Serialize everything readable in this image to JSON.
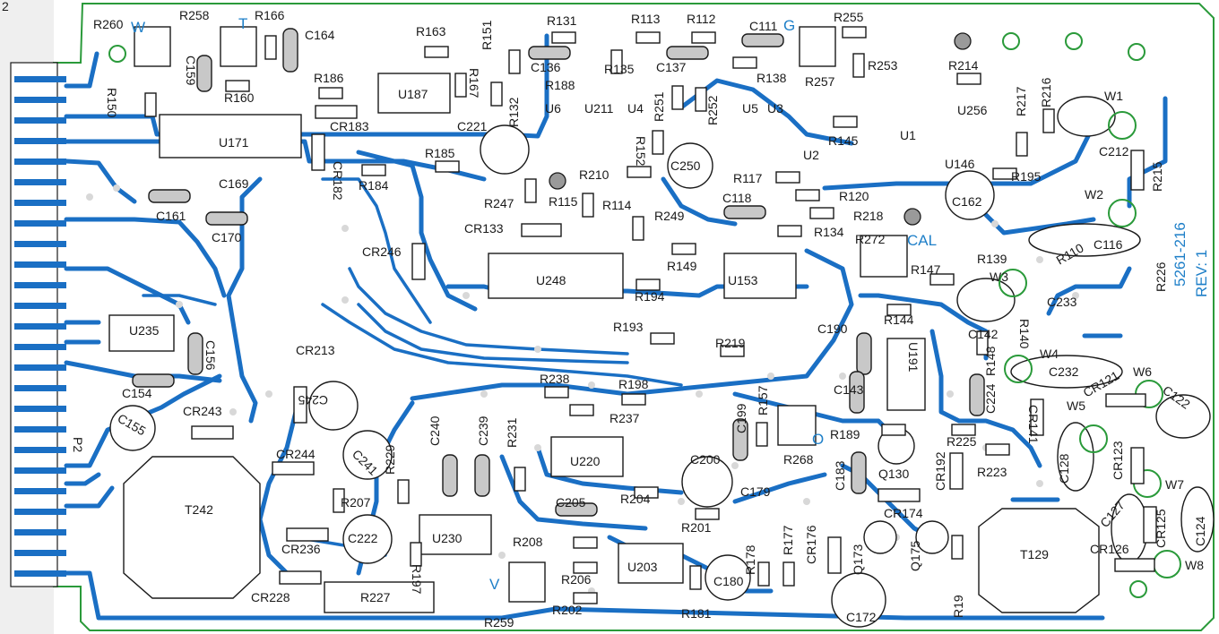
{
  "board": {
    "corner_label": "2",
    "connector_label": "P2",
    "part_number": "5261-216",
    "revision": "REV: 1",
    "test_points": {
      "w": "W",
      "t": "T",
      "g": "G",
      "cal": "CAL",
      "o": "O",
      "v": "V"
    }
  },
  "components": [
    {
      "ref": "R260",
      "kind": "label"
    },
    {
      "ref": "R258",
      "kind": "label"
    },
    {
      "ref": "R166",
      "kind": "label"
    },
    {
      "ref": "C164",
      "kind": "label"
    },
    {
      "ref": "R163",
      "kind": "label"
    },
    {
      "ref": "R151",
      "kind": "label"
    },
    {
      "ref": "R131",
      "kind": "label"
    },
    {
      "ref": "R113",
      "kind": "label"
    },
    {
      "ref": "R112",
      "kind": "label"
    },
    {
      "ref": "C111",
      "kind": "label"
    },
    {
      "ref": "R255",
      "kind": "label"
    },
    {
      "ref": "R253",
      "kind": "label"
    },
    {
      "ref": "R214",
      "kind": "label"
    },
    {
      "ref": "R216",
      "kind": "label"
    },
    {
      "ref": "R217",
      "kind": "label"
    },
    {
      "ref": "W1",
      "kind": "label"
    },
    {
      "ref": "C159",
      "kind": "label"
    },
    {
      "ref": "R160",
      "kind": "label"
    },
    {
      "ref": "R186",
      "kind": "label"
    },
    {
      "ref": "U187",
      "kind": "label"
    },
    {
      "ref": "R167",
      "kind": "label"
    },
    {
      "ref": "R132",
      "kind": "label"
    },
    {
      "ref": "C136",
      "kind": "label"
    },
    {
      "ref": "R135",
      "kind": "label"
    },
    {
      "ref": "R188",
      "kind": "label"
    },
    {
      "ref": "C137",
      "kind": "label"
    },
    {
      "ref": "R138",
      "kind": "label"
    },
    {
      "ref": "R257",
      "kind": "label"
    },
    {
      "ref": "R150",
      "kind": "label"
    },
    {
      "ref": "U171",
      "kind": "label"
    },
    {
      "ref": "CR183",
      "kind": "label"
    },
    {
      "ref": "CR182",
      "kind": "label"
    },
    {
      "ref": "C221",
      "kind": "label"
    },
    {
      "ref": "U6",
      "kind": "label"
    },
    {
      "ref": "U211",
      "kind": "label"
    },
    {
      "ref": "U4",
      "kind": "label"
    },
    {
      "ref": "R251",
      "kind": "label"
    },
    {
      "ref": "R252",
      "kind": "label"
    },
    {
      "ref": "U5",
      "kind": "label"
    },
    {
      "ref": "U3",
      "kind": "label"
    },
    {
      "ref": "U2",
      "kind": "label"
    },
    {
      "ref": "R145",
      "kind": "label"
    },
    {
      "ref": "U1",
      "kind": "label"
    },
    {
      "ref": "U256",
      "kind": "label"
    },
    {
      "ref": "U146",
      "kind": "label"
    },
    {
      "ref": "C212",
      "kind": "label"
    },
    {
      "ref": "R215",
      "kind": "label"
    },
    {
      "ref": "R185",
      "kind": "label"
    },
    {
      "ref": "R184",
      "kind": "label"
    },
    {
      "ref": "R152",
      "kind": "label"
    },
    {
      "ref": "C250",
      "kind": "label"
    },
    {
      "ref": "R117",
      "kind": "label"
    },
    {
      "ref": "R195",
      "kind": "label"
    },
    {
      "ref": "C169",
      "kind": "label"
    },
    {
      "ref": "R210",
      "kind": "label"
    },
    {
      "ref": "R247",
      "kind": "label"
    },
    {
      "ref": "R115",
      "kind": "label"
    },
    {
      "ref": "R114",
      "kind": "label"
    },
    {
      "ref": "C118",
      "kind": "label"
    },
    {
      "ref": "R120",
      "kind": "label"
    },
    {
      "ref": "C162",
      "kind": "label"
    },
    {
      "ref": "W2",
      "kind": "label"
    },
    {
      "ref": "C161",
      "kind": "label"
    },
    {
      "ref": "C170",
      "kind": "label"
    },
    {
      "ref": "CR133",
      "kind": "label"
    },
    {
      "ref": "R249",
      "kind": "label"
    },
    {
      "ref": "R218",
      "kind": "label"
    },
    {
      "ref": "R134",
      "kind": "label"
    },
    {
      "ref": "R272",
      "kind": "label"
    },
    {
      "ref": "R110",
      "kind": "label"
    },
    {
      "ref": "C116",
      "kind": "label"
    },
    {
      "ref": "R226",
      "kind": "label"
    },
    {
      "ref": "CR246",
      "kind": "label"
    },
    {
      "ref": "U248",
      "kind": "label"
    },
    {
      "ref": "R149",
      "kind": "label"
    },
    {
      "ref": "R139",
      "kind": "label"
    },
    {
      "ref": "R147",
      "kind": "label"
    },
    {
      "ref": "W3",
      "kind": "label"
    },
    {
      "ref": "U153",
      "kind": "label"
    },
    {
      "ref": "R194",
      "kind": "label"
    },
    {
      "ref": "R144",
      "kind": "label"
    },
    {
      "ref": "C142",
      "kind": "label"
    },
    {
      "ref": "C233",
      "kind": "label"
    },
    {
      "ref": "U235",
      "kind": "label"
    },
    {
      "ref": "C156",
      "kind": "label"
    },
    {
      "ref": "R193",
      "kind": "label"
    },
    {
      "ref": "R219",
      "kind": "label"
    },
    {
      "ref": "C190",
      "kind": "label"
    },
    {
      "ref": "R140",
      "kind": "label"
    },
    {
      "ref": "U191",
      "kind": "label"
    },
    {
      "ref": "R148",
      "kind": "label"
    },
    {
      "ref": "W4",
      "kind": "label"
    },
    {
      "ref": "C232",
      "kind": "label"
    },
    {
      "ref": "W6",
      "kind": "label"
    },
    {
      "ref": "CR213",
      "kind": "label"
    },
    {
      "ref": "R238",
      "kind": "label"
    },
    {
      "ref": "R198",
      "kind": "label"
    },
    {
      "ref": "C199",
      "kind": "label"
    },
    {
      "ref": "R157",
      "kind": "label"
    },
    {
      "ref": "C143",
      "kind": "label"
    },
    {
      "ref": "C224",
      "kind": "label"
    },
    {
      "ref": "CR141",
      "kind": "label"
    },
    {
      "ref": "CR121",
      "kind": "label"
    },
    {
      "ref": "C122",
      "kind": "label"
    },
    {
      "ref": "C154",
      "kind": "label"
    },
    {
      "ref": "CR243",
      "kind": "label"
    },
    {
      "ref": "C245",
      "kind": "label"
    },
    {
      "ref": "R237",
      "kind": "label"
    },
    {
      "ref": "C240",
      "kind": "label"
    },
    {
      "ref": "C239",
      "kind": "label"
    },
    {
      "ref": "R231",
      "kind": "label"
    },
    {
      "ref": "W5",
      "kind": "label"
    },
    {
      "ref": "C155",
      "kind": "label"
    },
    {
      "ref": "R189",
      "kind": "label"
    },
    {
      "ref": "R225",
      "kind": "label"
    },
    {
      "ref": "CR244",
      "kind": "label"
    },
    {
      "ref": "C241",
      "kind": "label"
    },
    {
      "ref": "R229",
      "kind": "label"
    },
    {
      "ref": "U220",
      "kind": "label"
    },
    {
      "ref": "C200",
      "kind": "label"
    },
    {
      "ref": "R268",
      "kind": "label"
    },
    {
      "ref": "C183",
      "kind": "label"
    },
    {
      "ref": "Q130",
      "kind": "label"
    },
    {
      "ref": "CR192",
      "kind": "label"
    },
    {
      "ref": "R223",
      "kind": "label"
    },
    {
      "ref": "C128",
      "kind": "label"
    },
    {
      "ref": "CR123",
      "kind": "label"
    },
    {
      "ref": "W7",
      "kind": "label"
    },
    {
      "ref": "T242",
      "kind": "label"
    },
    {
      "ref": "R207",
      "kind": "label"
    },
    {
      "ref": "C205",
      "kind": "label"
    },
    {
      "ref": "R204",
      "kind": "label"
    },
    {
      "ref": "C179",
      "kind": "label"
    },
    {
      "ref": "CR174",
      "kind": "label"
    },
    {
      "ref": "C127",
      "kind": "label"
    },
    {
      "ref": "CR125",
      "kind": "label"
    },
    {
      "ref": "C124",
      "kind": "label"
    },
    {
      "ref": "R201",
      "kind": "label"
    },
    {
      "ref": "CR236",
      "kind": "label"
    },
    {
      "ref": "C222",
      "kind": "label"
    },
    {
      "ref": "U230",
      "kind": "label"
    },
    {
      "ref": "R208",
      "kind": "label"
    },
    {
      "ref": "R178",
      "kind": "label"
    },
    {
      "ref": "R177",
      "kind": "label"
    },
    {
      "ref": "CR176",
      "kind": "label"
    },
    {
      "ref": "Q173",
      "kind": "label"
    },
    {
      "ref": "Q175",
      "kind": "label"
    },
    {
      "ref": "T129",
      "kind": "label"
    },
    {
      "ref": "CR126",
      "kind": "label"
    },
    {
      "ref": "W8",
      "kind": "label"
    },
    {
      "ref": "R197",
      "kind": "label"
    },
    {
      "ref": "U203",
      "kind": "label"
    },
    {
      "ref": "R206",
      "kind": "label"
    },
    {
      "ref": "C180",
      "kind": "label"
    },
    {
      "ref": "CR228",
      "kind": "label"
    },
    {
      "ref": "R227",
      "kind": "label"
    },
    {
      "ref": "R202",
      "kind": "label"
    },
    {
      "ref": "R181",
      "kind": "label"
    },
    {
      "ref": "R19",
      "kind": "label"
    },
    {
      "ref": "C172",
      "kind": "label"
    },
    {
      "ref": "R259",
      "kind": "label"
    }
  ]
}
